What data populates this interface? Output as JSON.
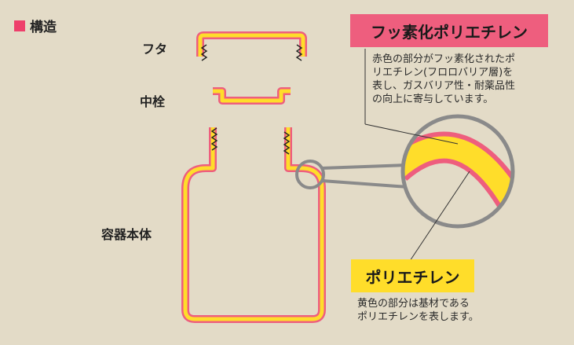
{
  "heading": "構造",
  "parts": {
    "lid": "フタ",
    "inner_plug": "中栓",
    "body": "容器本体"
  },
  "fluorinated": {
    "title": "フッ素化ポリエチレン",
    "desc_lines": [
      "赤色の部分がフッ素化されたポ",
      "リエチレン(フロロバリア層)を",
      "表し、ガスバリア性・耐薬品性",
      "の向上に寄与しています。"
    ]
  },
  "polyethylene": {
    "title": "ポリエチレン",
    "desc_lines": [
      "黄色の部分は基材である",
      "ポリエチレンを表します。"
    ]
  },
  "colors": {
    "background": "#e3dbc7",
    "fluoro_layer": "#ee5e7e",
    "base_layer": "#ffdd2a",
    "lens_outline": "#8a8a8a"
  }
}
